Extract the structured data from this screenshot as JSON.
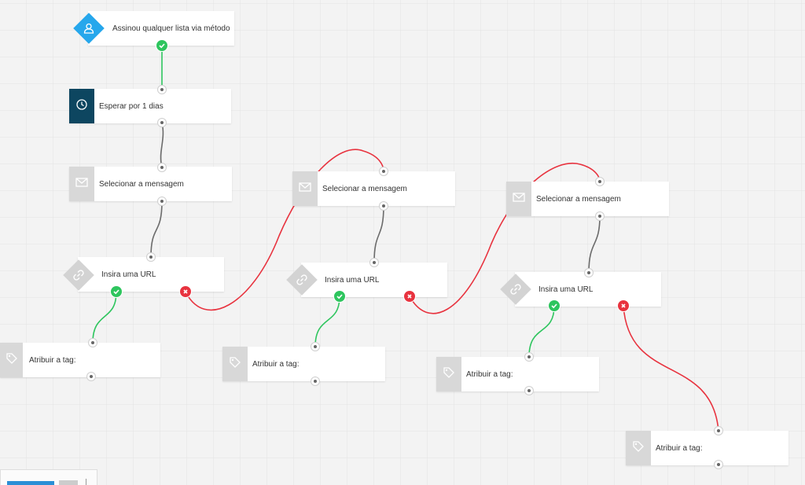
{
  "flow": {
    "trigger": {
      "label": "Assinou qualquer lista via método",
      "icon": "user-icon"
    },
    "wait": {
      "label": "Esperar por 1 dias",
      "icon": "clock-icon"
    },
    "messages": [
      {
        "label": "Selecionar a mensagem",
        "icon": "envelope-icon"
      },
      {
        "label": "Selecionar a mensagem",
        "icon": "envelope-icon"
      },
      {
        "label": "Selecionar a mensagem",
        "icon": "envelope-icon"
      }
    ],
    "url_conditions": [
      {
        "label": "Insira uma URL",
        "icon": "link-icon"
      },
      {
        "label": "Insira uma URL",
        "icon": "link-icon"
      },
      {
        "label": "Insira uma URL",
        "icon": "link-icon"
      }
    ],
    "tags": [
      {
        "label": "Atribuir a tag:",
        "icon": "tag-icon"
      },
      {
        "label": "Atribuir a tag:",
        "icon": "tag-icon"
      },
      {
        "label": "Atribuir a tag:",
        "icon": "tag-icon"
      },
      {
        "label": "Atribuir a tag:",
        "icon": "tag-icon"
      }
    ]
  },
  "colors": {
    "yes_path": "#2ec55e",
    "no_path": "#e8333f",
    "neutral_path": "#6b6b6b",
    "trigger_accent": "#26a7ec",
    "wait_accent": "#0d4660"
  }
}
